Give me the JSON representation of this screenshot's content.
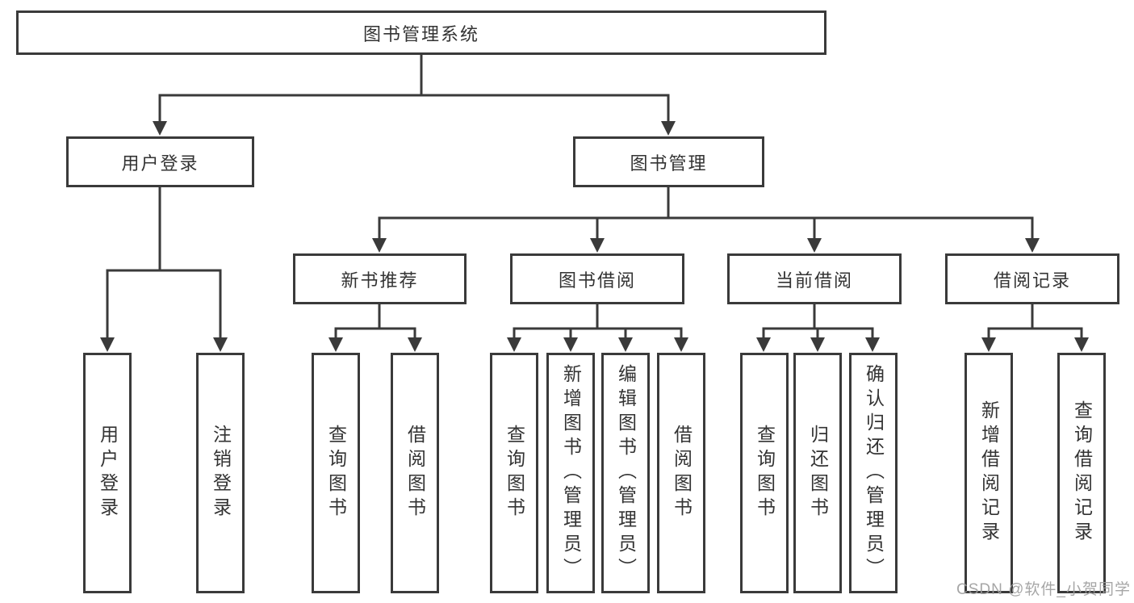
{
  "tree": {
    "label": "图书管理系统",
    "children": [
      {
        "label": "用户登录",
        "children": [
          {
            "label": "用户登录"
          },
          {
            "label": "注销登录"
          }
        ]
      },
      {
        "label": "图书管理",
        "children": [
          {
            "label": "新书推荐",
            "children": [
              {
                "label": "查询图书"
              },
              {
                "label": "借阅图书"
              }
            ]
          },
          {
            "label": "图书借阅",
            "children": [
              {
                "label": "查询图书"
              },
              {
                "label": "新增图书（管理员）"
              },
              {
                "label": "编辑图书（管理员）"
              },
              {
                "label": "借阅图书"
              }
            ]
          },
          {
            "label": "当前借阅",
            "children": [
              {
                "label": "查询图书"
              },
              {
                "label": "归还图书"
              },
              {
                "label": "确认归还（管理员）"
              }
            ]
          },
          {
            "label": "借阅记录",
            "children": [
              {
                "label": "新增借阅记录"
              },
              {
                "label": "查询借阅记录"
              }
            ]
          }
        ]
      }
    ]
  },
  "watermark": {
    "text": "CSDN @软件_小贺同学"
  },
  "colors": {
    "line": "#3a3a3a",
    "box_border": "#3a3a3a",
    "text": "#333333",
    "background": "#ffffff",
    "watermark": "#9d9d9d"
  }
}
